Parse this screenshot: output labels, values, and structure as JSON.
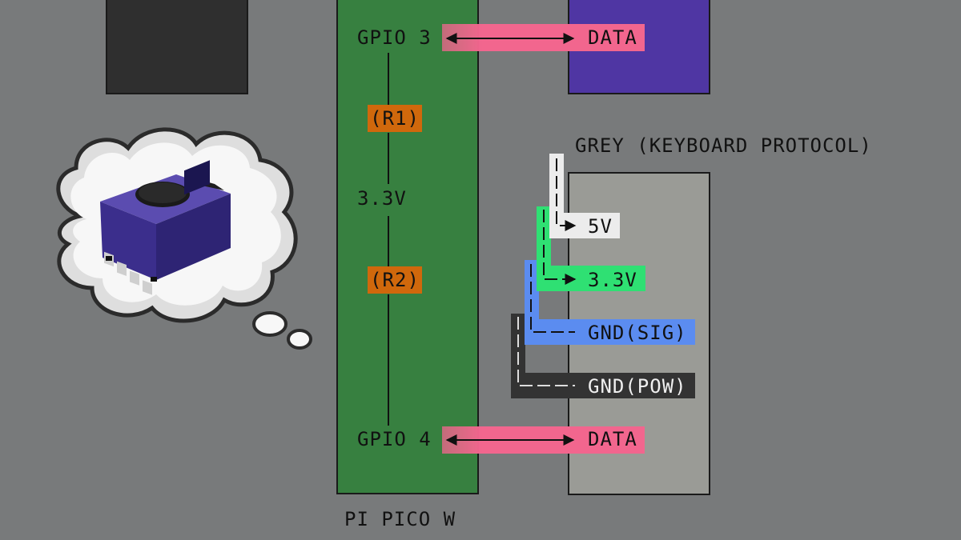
{
  "colors": {
    "background": "#787a7b",
    "dark_block": "#2f2f2f",
    "purple_block": "#4f36a3",
    "pico_board": "#378040",
    "grey_connector": "#9a9b96",
    "data_pink": "#f2668e",
    "resistor_orange": "#d0680c",
    "wire_white": "#ececec",
    "wire_green": "#2fe073",
    "wire_blue": "#5b8cf0",
    "wire_black": "#333333"
  },
  "pico": {
    "name": "PI PICO W",
    "gpio_top": "GPIO 3",
    "gpio_bottom": "GPIO 4",
    "voltage": "3.3V",
    "resistor_1": "(R1)",
    "resistor_2": "(R2)"
  },
  "data_label_top": "DATA",
  "data_label_bottom": "DATA",
  "connector": {
    "title": "GREY (KEYBOARD PROTOCOL)",
    "pins": [
      {
        "label": "5V",
        "color": "#ececec"
      },
      {
        "label": "3.3V",
        "color": "#2fe073"
      },
      {
        "label": "GND(SIG)",
        "color": "#5b8cf0"
      },
      {
        "label": "GND(POW)",
        "color": "#333333"
      }
    ]
  },
  "thought_bubble": {
    "icon": "gamecube-console-icon"
  }
}
